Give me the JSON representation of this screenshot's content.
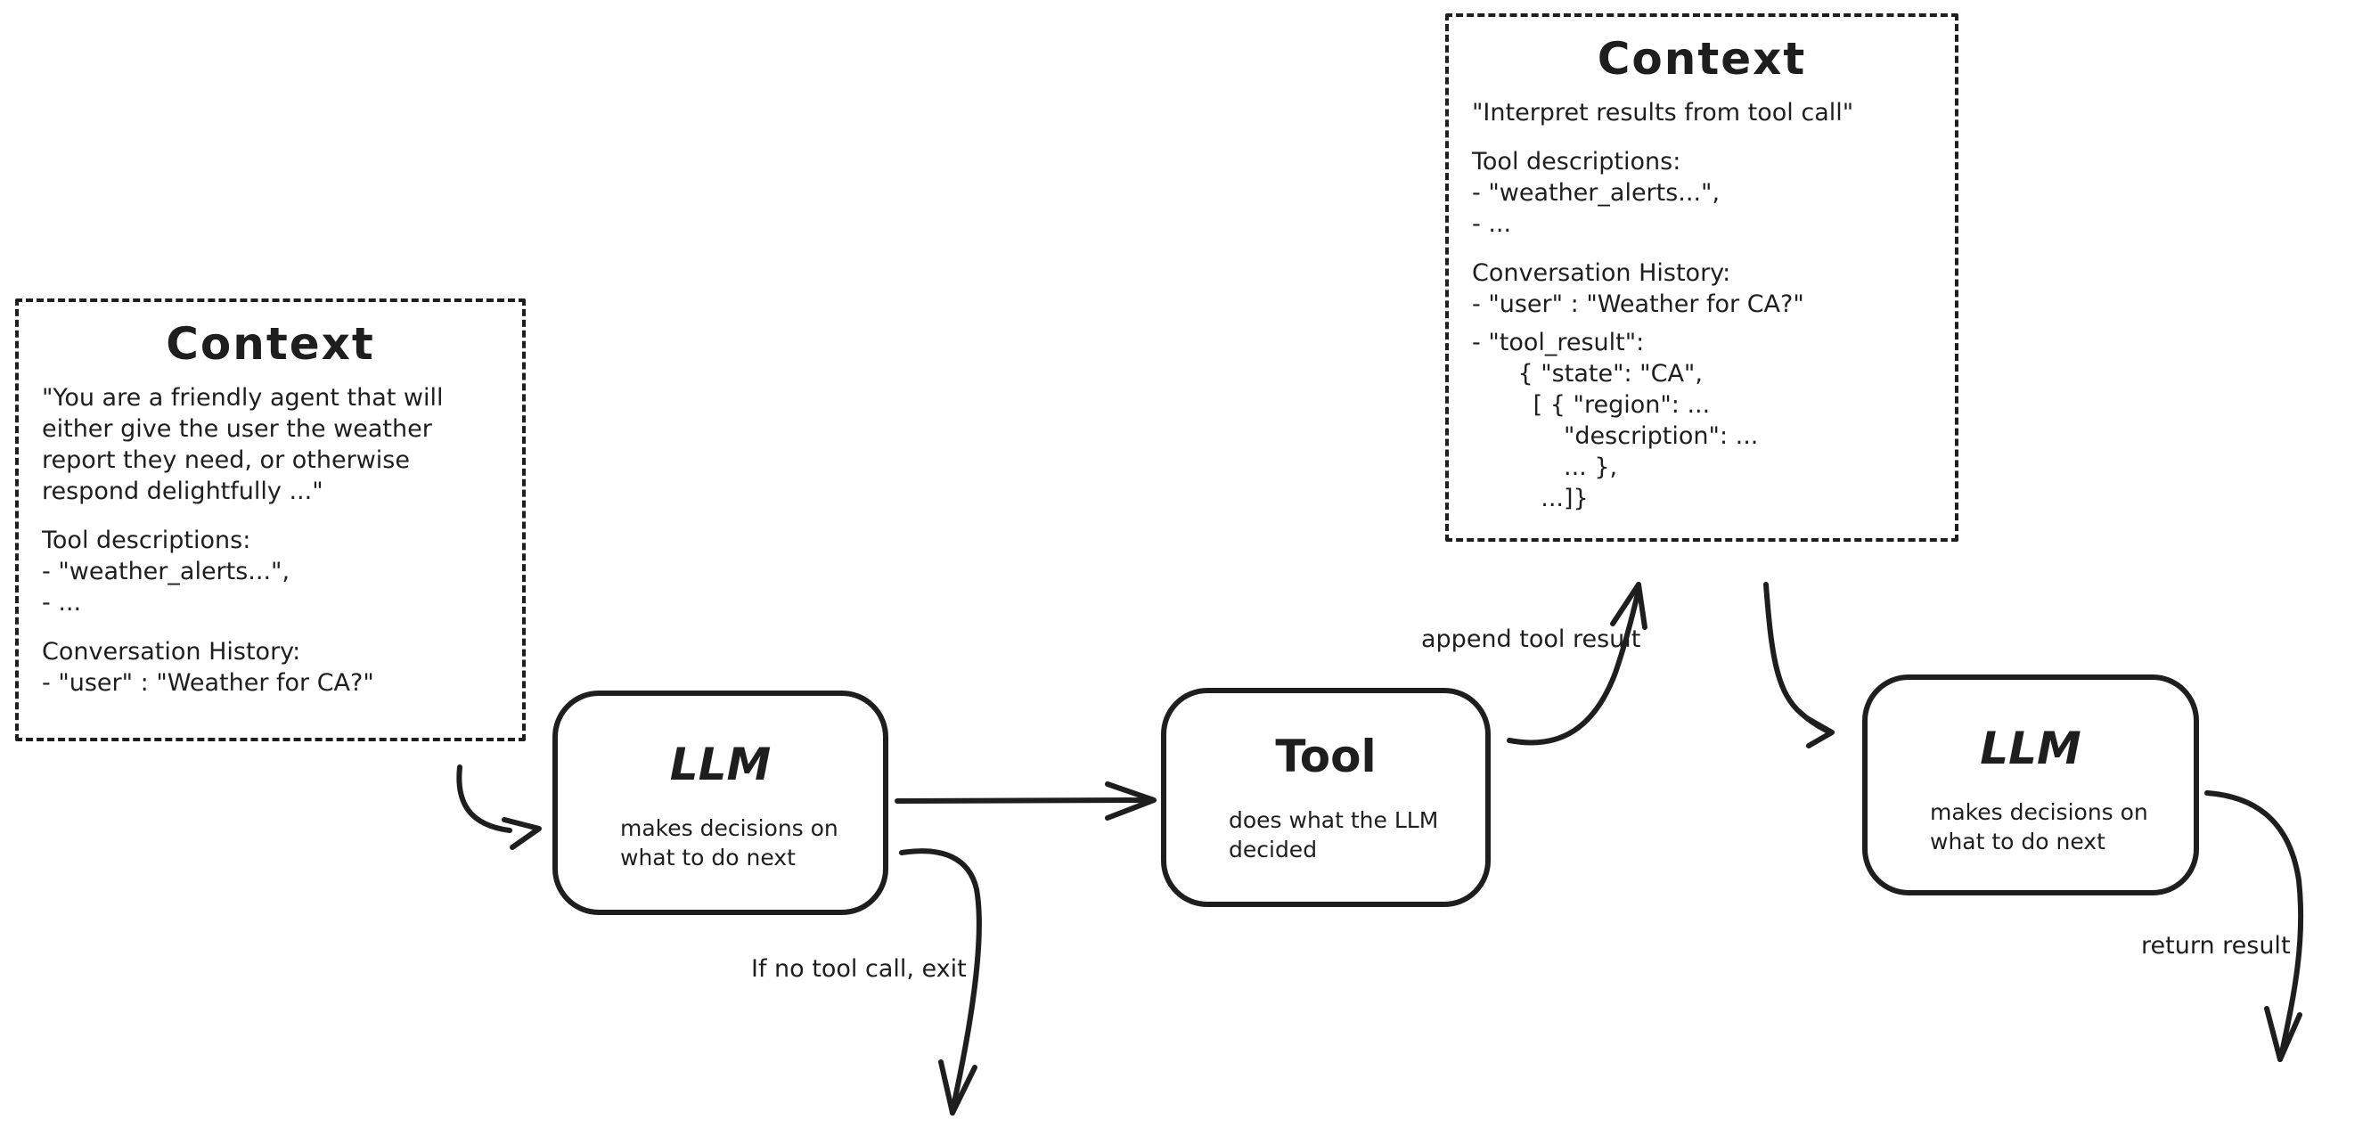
{
  "colors": {
    "stroke": "#1e1e1e",
    "background": "#ffffff"
  },
  "context_left": {
    "title": "Context",
    "system_prompt_lines": [
      "\"You are a friendly agent that will",
      "either give the user the weather",
      "report they need, or otherwise",
      "respond delightfully ...\""
    ],
    "tool_descriptions_header": "Tool descriptions:",
    "tool_descriptions_items": [
      "- \"weather_alerts...\",",
      "- ..."
    ],
    "history_header": "Conversation History:",
    "history_items": [
      "- \"user\" : \"Weather for CA?\""
    ]
  },
  "context_right": {
    "title": "Context",
    "instruction": "\"Interpret results from tool call\"",
    "tool_descriptions_header": "Tool descriptions:",
    "tool_descriptions_items": [
      "- \"weather_alerts...\",",
      "- ..."
    ],
    "history_header": "Conversation History:",
    "history_user_item": "- \"user\" : \"Weather for CA?\"",
    "history_tool_result_item": "- \"tool_result\":",
    "tool_result_lines": [
      "      { \"state\": \"CA\",",
      "        [ { \"region\": ...",
      "            \"description\": ...",
      "            ... },",
      "         ...]}"
    ]
  },
  "nodes": {
    "llm1": {
      "title": "LLM",
      "subtitle_lines": [
        "makes decisions on",
        "what to do next"
      ]
    },
    "tool": {
      "title": "Tool",
      "subtitle_lines": [
        "does what the LLM",
        "decided"
      ]
    },
    "llm2": {
      "title": "LLM",
      "subtitle_lines": [
        "makes decisions on",
        "what to do next"
      ]
    }
  },
  "edge_labels": {
    "append_tool_result": "append tool result",
    "no_tool_call_exit": "If no tool call, exit",
    "return_result": "return result"
  }
}
